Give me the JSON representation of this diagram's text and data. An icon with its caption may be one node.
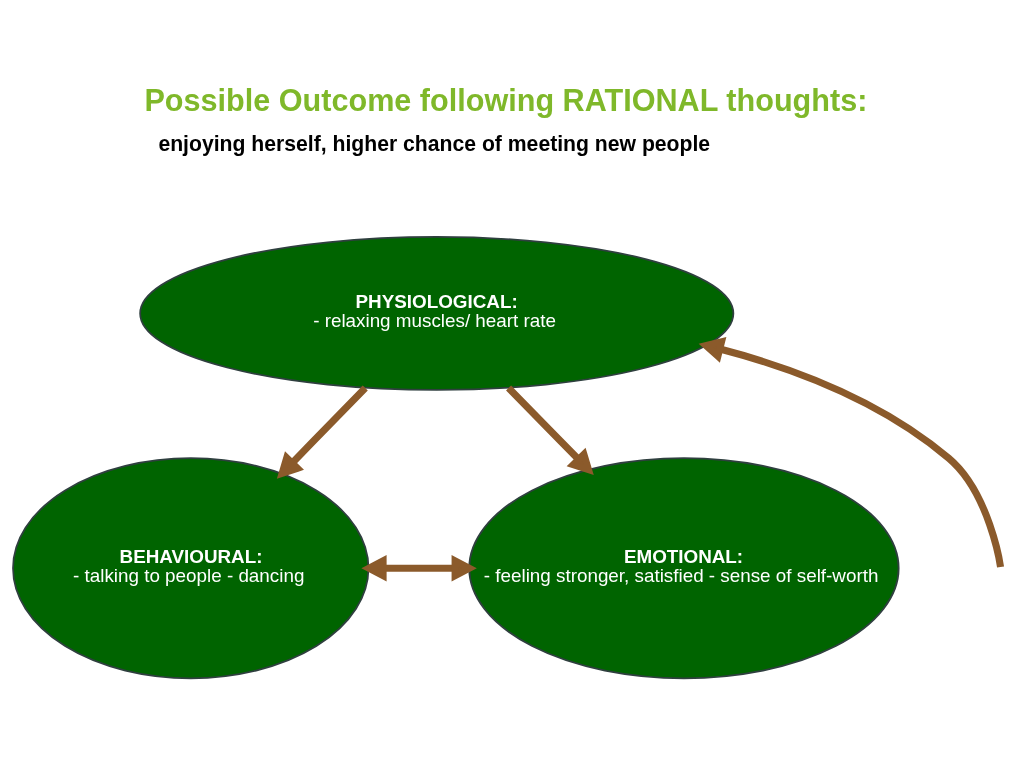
{
  "diagram": {
    "title": "Possible Outcome following RATIONAL thoughts:",
    "nodes": [
      {
        "text": [
          "PHYSIOLOGICAL:",
          "- relaxing muscles/ heart rate"
        ]
      },
      {
        "text": [
          "BEHAVIOURAL:",
          "- talking to people - dancing"
        ]
      },
      {
        "text": [
          "EMOTIONAL:",
          "- feeling stronger, satisfied - sense of self-worth"
        ]
      }
    ],
    "edges": [
      {
        "from": 0,
        "to": 1,
        "arrow": "to"
      },
      {
        "from": 0,
        "to": 2,
        "arrow": "to"
      },
      {
        "from": 1,
        "to": 2,
        "arrow": "both"
      },
      {
        "from": null,
        "to": 0,
        "arrow": "to"
      }
    ],
    "labels": [
      "enjoying herself, higher chance of meeting new people"
    ]
  }
}
